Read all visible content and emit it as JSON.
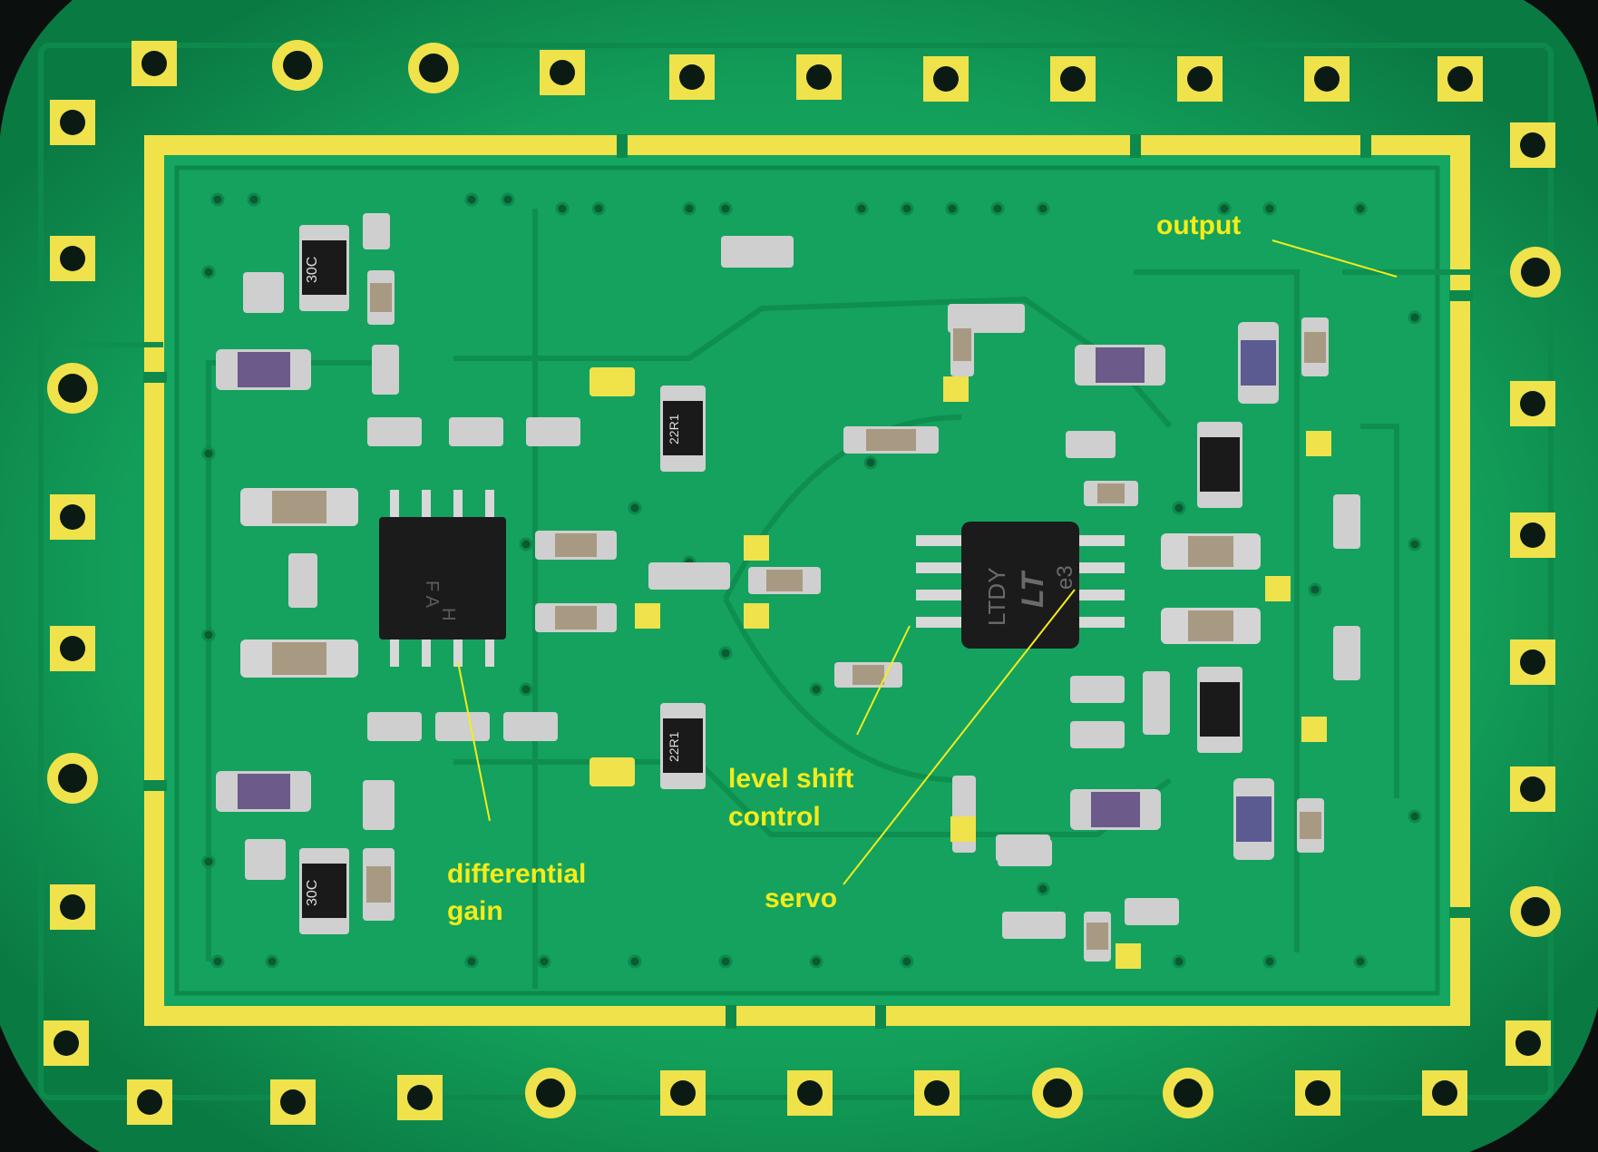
{
  "annotations": {
    "output": "output",
    "level_shift_line1": "level shift",
    "level_shift_line2": "control",
    "differential_line1": "differential",
    "differential_line2": "gain",
    "servo": "servo"
  },
  "chip_left": {
    "marking_1": "F A",
    "marking_2": "H"
  },
  "chip_right": {
    "marking_1": "LTDY",
    "marking_2": "e3",
    "logo": "LT"
  },
  "resistor_markings": {
    "r1": "30C",
    "r2": "22R1",
    "r3": "22R1",
    "r4": "30C"
  },
  "colors": {
    "board": "#13a35c",
    "board_dark": "#0a7a43",
    "trace": "#1fb868",
    "gold": "#f0e24a",
    "annotation": "#f4ec1a",
    "vignette": "#0b0f0d",
    "chip": "#1b1b1b"
  }
}
